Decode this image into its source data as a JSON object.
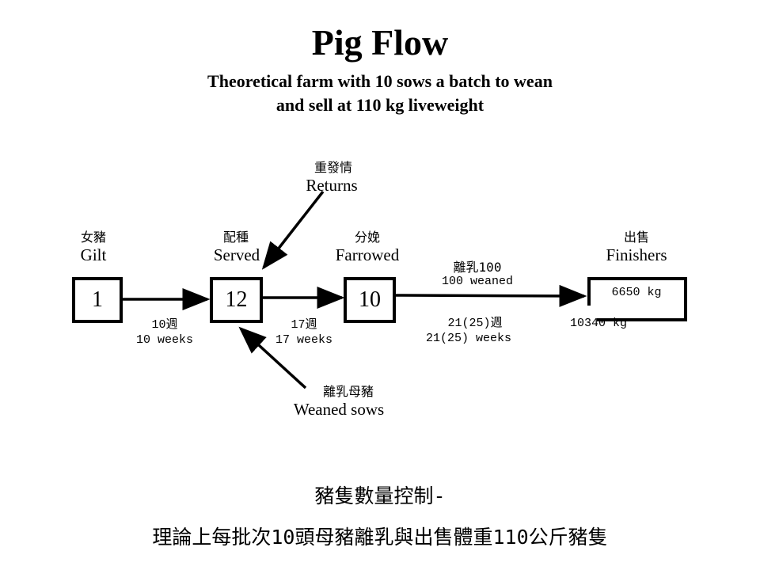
{
  "title": "Pig Flow",
  "subtitle_line1": "Theoretical farm with 10 sows a batch to wean",
  "subtitle_line2": "and sell at 110 kg liveweight",
  "stages": {
    "gilt": {
      "label_zh": "女豬",
      "label_en": "Gilt",
      "count": "1"
    },
    "served": {
      "label_zh": "配種",
      "label_en": "Served",
      "count": "12"
    },
    "farrowed": {
      "label_zh": "分娩",
      "label_en": "Farrowed",
      "count": "10"
    },
    "finishers": {
      "label_zh": "出售",
      "label_en": "Finishers",
      "weight_in": "6650 kg",
      "weight_out": "10340 kg"
    }
  },
  "returns": {
    "label_zh": "重發情",
    "label_en": "Returns"
  },
  "weaned_sows": {
    "label_zh": "離乳母豬",
    "label_en": "Weaned sows"
  },
  "edges": {
    "gilt_to_served": {
      "line1": "10週",
      "line2": "10 weeks"
    },
    "served_to_farrowed": {
      "line1": "17週",
      "line2": "17 weeks"
    },
    "farrowed_to_finishers": {
      "top1": "離乳100",
      "top2": "100 weaned",
      "line1": "21(25)週",
      "line2": "21(25) weeks"
    }
  },
  "footer": {
    "line1": "豬隻數量控制-",
    "line2": "理論上每批次10頭母豬離乳與出售體重110公斤豬隻"
  }
}
